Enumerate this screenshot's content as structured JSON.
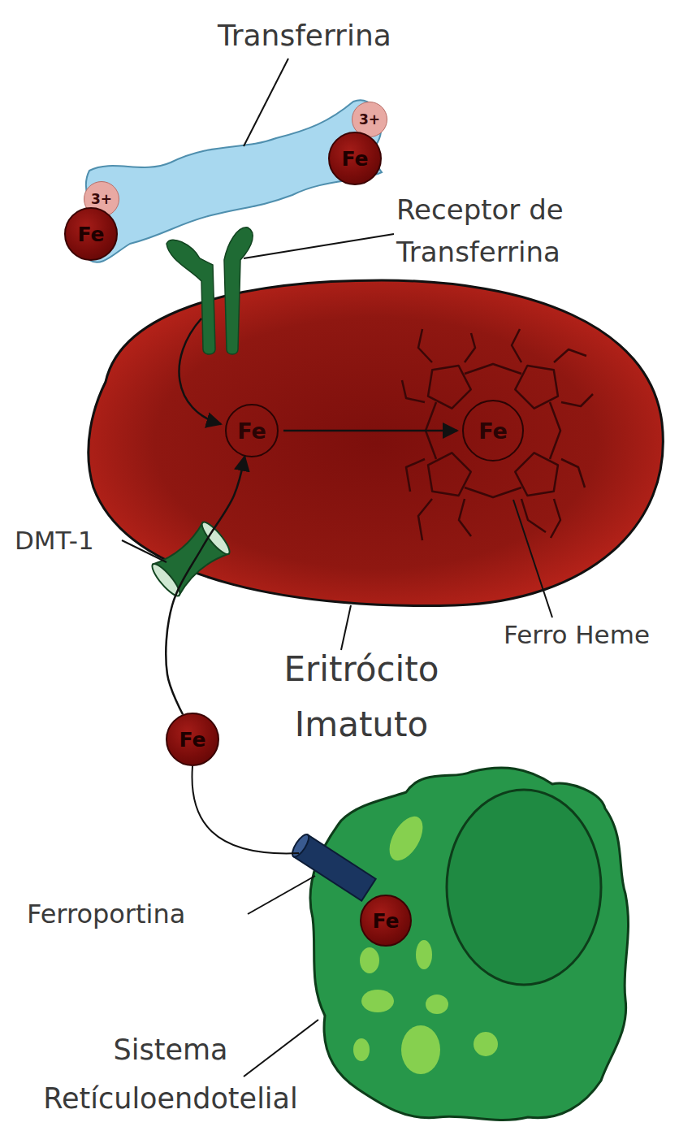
{
  "diagram": {
    "nodes": [
      {
        "text": [
          "3+"
        ]
      },
      {
        "text": [
          "Fe"
        ]
      },
      {
        "text": [
          "3+"
        ]
      },
      {
        "text": [
          "Fe"
        ]
      },
      {
        "text": [
          "Fe"
        ]
      },
      {
        "text": [
          "Fe"
        ]
      },
      {
        "text": [
          "Fe"
        ]
      },
      {
        "text": [
          "Fe"
        ]
      }
    ],
    "edges": [
      {
        "from": 4,
        "to": 5,
        "arrow": "to"
      },
      {
        "from": 6,
        "to": 4,
        "arrow": "to"
      }
    ],
    "labels": [
      "Transferrina",
      "Receptor de Transferrina",
      "DMT-1",
      "Eritrócito Imatuto",
      "Ferro Heme",
      "Ferroportina",
      "Sistema Retículoendotelial"
    ]
  }
}
